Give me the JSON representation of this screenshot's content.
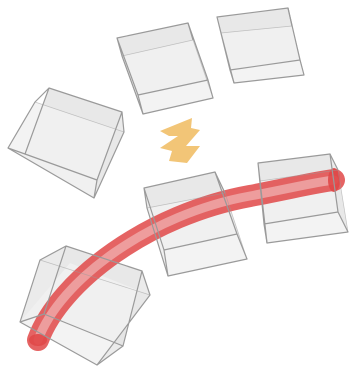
{
  "diagram": {
    "colors": {
      "background": "#ffffff",
      "cube_edge": "#9a9a9a",
      "cube_face_dark": "#d6d6d6",
      "cube_face_mid": "#e4e4e4",
      "cube_face_light": "#f1f1f1",
      "tube_color": "#e04848",
      "tube_inner": "#f3c4c4",
      "arrow_color": "#f2c577"
    },
    "cubes": [
      {
        "name": "cube-top-middle",
        "state": "separated"
      },
      {
        "name": "cube-top-right",
        "state": "separated"
      },
      {
        "name": "cube-left",
        "state": "separated"
      },
      {
        "name": "cube-center",
        "state": "on-tube"
      },
      {
        "name": "cube-right",
        "state": "on-tube"
      },
      {
        "name": "cube-bottom-left",
        "state": "on-tube"
      }
    ],
    "connector": {
      "icon": "tube-arc",
      "threaded_cubes": 3
    },
    "arrow": {
      "icon": "double-arrow-icon",
      "direction": "bidirectional-vertical"
    }
  }
}
